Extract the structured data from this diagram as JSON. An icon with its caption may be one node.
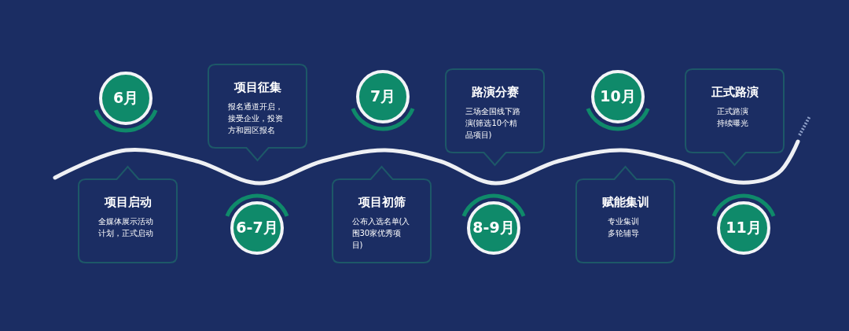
{
  "diagram": {
    "nodes": [
      {
        "text": [
          "6月"
        ]
      },
      {
        "text": [
          "项目启动",
          "全媒体展示活动计划，正式启动"
        ]
      },
      {
        "text": [
          "项目征集",
          "报名通道开启，接受企业，投资方和园区报名"
        ]
      },
      {
        "text": [
          "6-7月"
        ]
      },
      {
        "text": [
          "7月"
        ]
      },
      {
        "text": [
          "项目初筛",
          "公布入选名单(入围30家优秀项目)"
        ]
      },
      {
        "text": [
          "路演分赛",
          "三场全国线下路演(筛选10个精品项目)"
        ]
      },
      {
        "text": [
          "8-9月"
        ]
      },
      {
        "text": [
          "10月"
        ]
      },
      {
        "text": [
          "赋能集训",
          "专业集训多轮辅导"
        ]
      },
      {
        "text": [
          "正式路演",
          "正式路演持续曝光"
        ]
      },
      {
        "text": [
          "11月"
        ]
      }
    ]
  }
}
